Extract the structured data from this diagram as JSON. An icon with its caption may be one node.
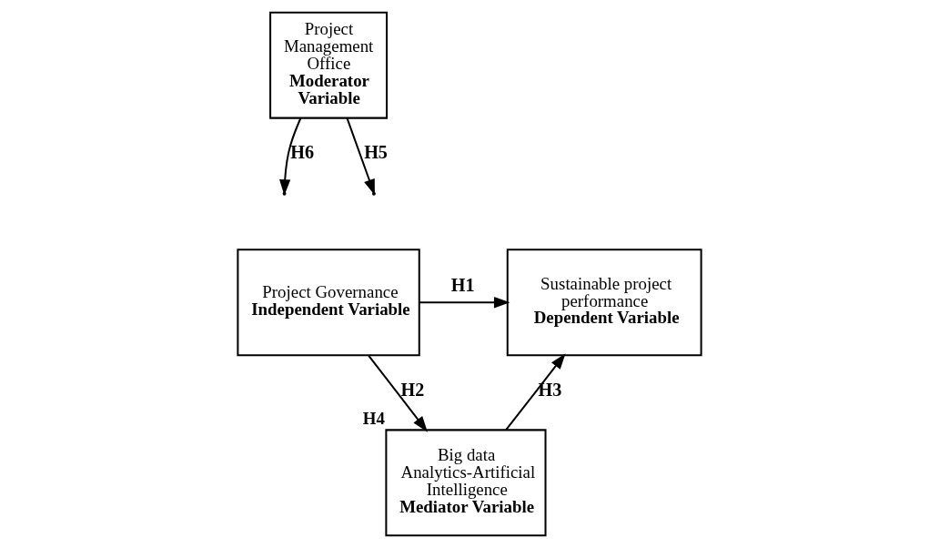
{
  "diagram": {
    "nodes": [
      {
        "text": [
          "Project Management Office",
          "Moderator Variable"
        ]
      },
      {
        "text": [
          "Project Governance",
          "Independent Variable"
        ]
      },
      {
        "text": [
          "Sustainable project performance",
          "Dependent Variable"
        ]
      },
      {
        "text": [
          "Big data Analytics-Artificial Intelligence",
          "Mediator Variable"
        ],
        "beside": [
          "H4"
        ]
      }
    ],
    "edges": [
      {
        "from": 1,
        "to": 2,
        "arrow": "to",
        "label": "H1"
      },
      {
        "from": 1,
        "to": 3,
        "arrow": "to",
        "label": "H2"
      },
      {
        "from": 3,
        "to": 2,
        "arrow": "to",
        "label": "H3"
      },
      {
        "from": 0,
        "to": null,
        "arrow": "to",
        "label": "H5"
      },
      {
        "from": 0,
        "to": null,
        "arrow": "to",
        "label": "H6"
      }
    ]
  }
}
